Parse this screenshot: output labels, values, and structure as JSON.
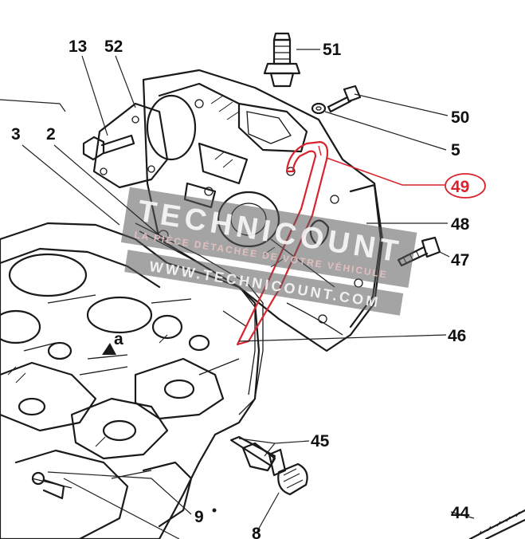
{
  "labels": {
    "p13": "13",
    "p52": "52",
    "p51": "51",
    "p50": "50",
    "p5": "5",
    "p49": "49",
    "p48": "48",
    "p47": "47",
    "p46": "46",
    "p45": "45",
    "p44": "44",
    "p3": "3",
    "p2": "2",
    "p9": "9",
    "p8": "8",
    "pa": "a"
  },
  "watermark": {
    "brand": "TECHNICOUNT",
    "tagline": "LA PIÈCE DÉTACHÉE DE VOTRE VÉHICULE",
    "url": "WWW.TECHNICOUNT.COM"
  },
  "colors": {
    "highlight": "#d9232d",
    "ink": "#1a1a1a",
    "watermark": "#5a5a5a"
  }
}
